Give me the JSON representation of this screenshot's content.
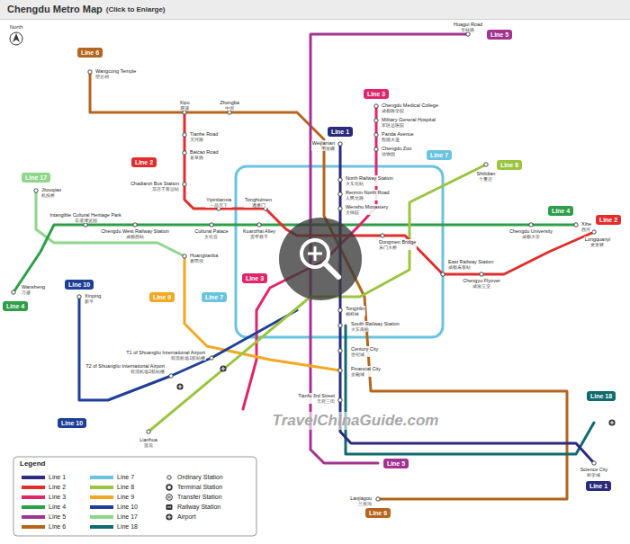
{
  "diagram": {
    "title": "Chengdu Metro Map",
    "nodes": [
      {
        "text": [
          "Line 5"
        ]
      },
      {
        "text": [
          "Line 6"
        ]
      },
      {
        "text": [
          "Line 3"
        ]
      },
      {
        "text": [
          "Line 1"
        ]
      },
      {
        "text": [
          "Line 7"
        ]
      },
      {
        "text": [
          "Line 2"
        ]
      },
      {
        "text": [
          "Line 8"
        ]
      },
      {
        "text": [
          "Line 17"
        ]
      },
      {
        "text": [
          "Line 4"
        ]
      },
      {
        "text": [
          "Line 2"
        ]
      },
      {
        "text": [
          "Line 3"
        ]
      },
      {
        "text": [
          "Line 10"
        ]
      },
      {
        "text": [
          "Line 9"
        ]
      },
      {
        "text": [
          "Line 7"
        ]
      },
      {
        "text": [
          "Line 4"
        ]
      },
      {
        "text": [
          "Line 18"
        ]
      },
      {
        "text": [
          "Line 10"
        ]
      },
      {
        "text": [
          "Line 5"
        ]
      },
      {
        "text": [
          "Line 1"
        ]
      },
      {
        "text": [
          "Line 6"
        ]
      }
    ],
    "labels": [
      "Weijianian",
      "韦家碾",
      "North Railway Station",
      "火车北站",
      "Renmin North Road",
      "人民北路",
      "Wenshu Monastery",
      "文殊院",
      "Tongzilin",
      "桐梓林",
      "South Railway Station",
      "火车南站",
      "Century City",
      "世纪城",
      "Financial City",
      "金融城",
      "Tianfu 3rd Street",
      "天府三街",
      "Science City",
      "科学城",
      "Chengdu Medical College",
      "成都医学院",
      "Military General Hospital",
      "军区总医院",
      "Panda Avenue",
      "熊猫大道",
      "Chengdu Zoo",
      "动物园",
      "Dongmen Bridge",
      "东门大桥",
      "East Railway Station",
      "成都东客站",
      "Chengyu Flyover",
      "成渝立交",
      "Longquanyi",
      "龙泉驿",
      "Tonghuimen",
      "通惠门",
      "Yipintianxia",
      "一品天下",
      "Chadianzi Bus Station",
      "茶店子客运站",
      "Xipu",
      "犀浦",
      "Tianhe Road",
      "天河路",
      "Baicao Road",
      "百草路",
      "Xihe",
      "西河",
      "Chengdu University",
      "成都大学",
      "Wansheng",
      "万盛",
      "Kuanzhai Alley",
      "宽窄巷子",
      "Cultural Palace",
      "文化宫",
      "Chengdu West Railway Station",
      "成都西站",
      "Intangible Cultural Heritage Park",
      "非遗博览园",
      "T1 of Shuangliu International Airport",
      "双流机场1航站楼",
      "T2 of Shuangliu International Airport",
      "双流机场2航站楼",
      "Xinping",
      "新平",
      "Huangtianba",
      "黄田坝",
      "Wangcong Temple",
      "望丛祠",
      "Jitouqiao",
      "机投桥",
      "Lianhua",
      "莲花",
      "Shilidian",
      "十里店",
      "Huagui Road",
      "华桂路",
      "Lanjiagou",
      "兰家沟",
      "Zhongba",
      "中坝",
      "(Click to Enlarge)",
      "North",
      "Legend",
      "TravelChinaGuide.com"
    ],
    "legend": [
      {
        "text": "Line 1",
        "color": "#2b2a7c"
      },
      {
        "text": "Line 2",
        "color": "#e32d2d"
      },
      {
        "text": "Line 3",
        "color": "#e0266b"
      },
      {
        "text": "Line 4",
        "color": "#2e9e48"
      },
      {
        "text": "Line 5",
        "color": "#a33391"
      },
      {
        "text": "Line 6",
        "color": "#b5651d"
      },
      {
        "text": "Line 7",
        "color": "#6ac3e0"
      },
      {
        "text": "Line 8",
        "color": "#9bc43f"
      },
      {
        "text": "Line 9",
        "color": "#f3a824"
      },
      {
        "text": "Line 10",
        "color": "#1f3f97"
      },
      {
        "text": "Line 17",
        "color": "#8dd68a"
      },
      {
        "text": "Line 18",
        "color": "#106b6f"
      },
      {
        "text": "Ordinary Station"
      },
      {
        "text": "Terminal Station"
      },
      {
        "text": "Transfer Station"
      },
      {
        "text": "Railway Station"
      },
      {
        "text": "Airport"
      }
    ]
  }
}
